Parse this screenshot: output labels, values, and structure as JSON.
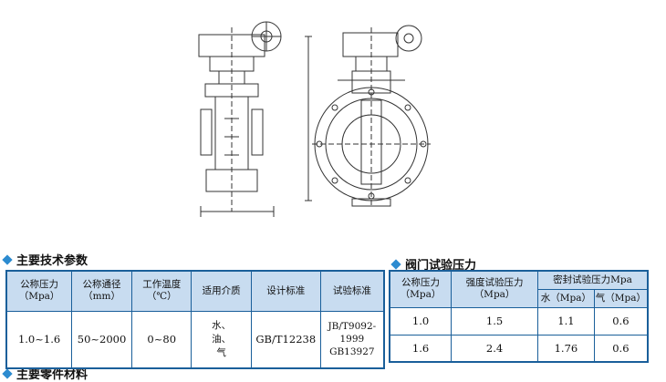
{
  "section_params": {
    "title": "主要技术参数"
  },
  "section_test": {
    "title": "阀门试验压力"
  },
  "section_parts": {
    "title": "主要零件材料"
  },
  "params_table": {
    "headers": [
      "公称压力\n（Mpa）",
      "公称通径\n（mm）",
      "工作温度\n（℃）",
      "适用介质",
      "设计标准",
      "试验标准"
    ],
    "row": [
      "1.0~1.6",
      "50~2000",
      "0~80",
      "水、\n油、\n气",
      "GB/T12238",
      "JB/T9092-\n1999\nGB13927"
    ]
  },
  "test_table": {
    "headers": {
      "nominal": "公称压力\n（Mpa）",
      "strength": "强度试验压力\n（Mpa）",
      "seal": "密封试验压力Mpa",
      "water": "水（Mpa）",
      "gas": "气（Mpa）"
    },
    "rows": [
      [
        "1.0",
        "1.5",
        "1.1",
        "0.6"
      ],
      [
        "1.6",
        "2.4",
        "1.76",
        "0.6"
      ]
    ]
  }
}
